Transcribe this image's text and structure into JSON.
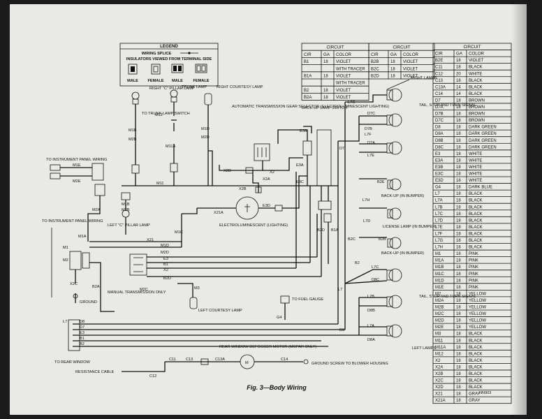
{
  "caption": "Fig. 3—Body Wiring",
  "figure_id": "NN903",
  "legend": {
    "title": "LEGEND",
    "splice_label": "WIRING SPLICE",
    "insulators_label": "INSULATORS VIEWED FROM TERMINAL SIDE",
    "types": [
      "MALE",
      "FEMALE",
      "MALE",
      "FEMALE"
    ]
  },
  "circuit_tables": [
    {
      "title": "CIRCUIT",
      "headers": [
        "CIR",
        "GA",
        "COLOR"
      ],
      "rows": [
        [
          "B1",
          "18",
          "VIOLET"
        ],
        [
          "",
          "",
          "WITH TRACER"
        ],
        [
          "B1A",
          "18",
          "VIOLET"
        ],
        [
          "",
          "",
          "WITH TRACER"
        ],
        [
          "B2",
          "18",
          "VIOLET"
        ],
        [
          "B2A",
          "18",
          "VIOLET"
        ]
      ]
    },
    {
      "title": "CIRCUIT",
      "headers": [
        "CIR",
        "GA",
        "COLOR"
      ],
      "rows": [
        [
          "B2B",
          "18",
          "VIOLET"
        ],
        [
          "B2C",
          "18",
          "VIOLET"
        ],
        [
          "B2D",
          "18",
          "VIOLET"
        ]
      ]
    },
    {
      "title": "CIRCUIT",
      "headers": [
        "CIR",
        "GA",
        "COLOR"
      ],
      "rows": [
        [
          "B2E",
          "18",
          "VIOLET"
        ],
        [
          "C11",
          "18",
          "BLACK"
        ],
        [
          "C12",
          "20",
          "WHITE"
        ],
        [
          "C13",
          "18",
          "BLACK"
        ],
        [
          "C13A",
          "14",
          "BLACK"
        ],
        [
          "C14",
          "14",
          "BLACK"
        ],
        [
          "D7",
          "18",
          "BROWN"
        ],
        [
          "D7A",
          "18",
          "BROWN"
        ],
        [
          "D7B",
          "18",
          "BROWN"
        ],
        [
          "D7C",
          "18",
          "BROWN"
        ],
        [
          "D8",
          "18",
          "DARK GREEN"
        ],
        [
          "D8A",
          "18",
          "DARK GREEN"
        ],
        [
          "D8B",
          "18",
          "DARK GREEN"
        ],
        [
          "D8C",
          "18",
          "DARK GREEN"
        ],
        [
          "E3",
          "18",
          "WHITE"
        ],
        [
          "E3A",
          "18",
          "WHITE"
        ],
        [
          "E3B",
          "18",
          "WHITE"
        ],
        [
          "E3C",
          "18",
          "WHITE"
        ],
        [
          "E3D",
          "18",
          "WHITE"
        ],
        [
          "G4",
          "18",
          "DARK BLUE"
        ],
        [
          "L7",
          "18",
          "BLACK"
        ],
        [
          "L7A",
          "18",
          "BLACK"
        ],
        [
          "L7B",
          "18",
          "BLACK"
        ],
        [
          "L7C",
          "18",
          "BLACK"
        ],
        [
          "L7D",
          "18",
          "BLACK"
        ],
        [
          "L7E",
          "18",
          "BLACK"
        ],
        [
          "L7F",
          "18",
          "BLACK"
        ],
        [
          "L7G",
          "18",
          "BLACK"
        ],
        [
          "L7H",
          "18",
          "BLACK"
        ],
        [
          "M1",
          "18",
          "PINK"
        ],
        [
          "M1A",
          "18",
          "PINK"
        ],
        [
          "M1B",
          "18",
          "PINK"
        ],
        [
          "M1C",
          "18",
          "PINK"
        ],
        [
          "M1D",
          "18",
          "PINK"
        ],
        [
          "M1E",
          "18",
          "PINK"
        ],
        [
          "M2",
          "18",
          "YELLOW"
        ],
        [
          "M2A",
          "18",
          "YELLOW"
        ],
        [
          "M2B",
          "18",
          "YELLOW"
        ],
        [
          "M2C",
          "18",
          "YELLOW"
        ],
        [
          "M2D",
          "18",
          "YELLOW"
        ],
        [
          "M2E",
          "18",
          "YELLOW"
        ],
        [
          "M3",
          "18",
          "BLACK"
        ],
        [
          "M11",
          "18",
          "BLACK"
        ],
        [
          "M11A",
          "18",
          "BLACK"
        ],
        [
          "M12",
          "18",
          "BLACK"
        ],
        [
          "X2",
          "18",
          "BLACK"
        ],
        [
          "X2A",
          "18",
          "BLACK"
        ],
        [
          "X2B",
          "18",
          "BLACK"
        ],
        [
          "X2C",
          "18",
          "BLACK"
        ],
        [
          "X2D",
          "18",
          "BLACK"
        ],
        [
          "X21",
          "18",
          "GRAY"
        ],
        [
          "X21A",
          "18",
          "GRAY"
        ]
      ]
    }
  ],
  "components": {
    "right_c_pillar": "RIGHT \"C\" PILLAR LAMP",
    "trunk_lamp": "TRUNK LAMP",
    "right_courtesy": "RIGHT COURTESY LAMP",
    "trunk_switch": "TO TRUNK LAMP SWITCH",
    "auto_trans": "AUTOMATIC TRANSMISSION GEAR SELECTOR (ELECTROLUMINESCENT LIGHTING)",
    "backup_switch": "BACK-UP LAMP SWITCH",
    "to_instrument_1": "TO INSTRUMENT PANEL WIRING",
    "to_instrument_2": "TO INSTRUMENT PANEL WIRING",
    "electrolum": "ELECTROLUMINESCENT (LIGHTING)",
    "left_c_pillar": "LEFT \"C\" PILLAR LAMP",
    "manual_trans": "MANUAL TRANSMISSION ONLY",
    "left_courtesy": "LEFT COURTESY LAMP",
    "to_fuel": "TO FUEL GAUGE",
    "ground": "GROUND",
    "right_lamps": "RIGHT LAMPS",
    "tail_stop_turn_r": "TAIL, STOP AND TURN SIGNAL",
    "backup_bumper_r": "BACK-UP (IN BUMPER)",
    "license_lamp": "LICENSE LAMP (IN BUMPER)",
    "backup_bumper_l": "BACK-UP (IN BUMPER)",
    "tail_stop_turn_l": "TAIL, STOP AND TURN SIGNAL",
    "left_lamps": "LEFT LAMPS",
    "defogger": "REAR WINDOW DEFOGGER MOTOR (MOPAR ONLY)",
    "ground_screw": "GROUND SCREW TO BLOWER HOUSING",
    "to_rear_window": "TO REAR WINDOW",
    "resistance_cable": "RESISTANCE CABLE"
  },
  "wire_labels": {
    "M1E": "M1E",
    "M2E": "M2E",
    "M11": "M11",
    "M1B_top": "M1B",
    "M2B_top": "M2B",
    "M12": "M12",
    "M11A": "M11A",
    "M1D_top": "M1D",
    "M2D_top": "M2D",
    "X2D": "X2D",
    "X2": "X2",
    "X2A": "X2A",
    "X2B": "X2B",
    "E3B": "E3B",
    "E3A": "E3A",
    "E3C": "E3C",
    "X21A": "X21A",
    "E3D": "E3D",
    "D7": "D7",
    "L7G": "L7G",
    "D7C": "D7C",
    "D7B": "D7B",
    "L7F": "L7F",
    "D7A": "D7A",
    "L7E": "L7E",
    "B2E": "B2E",
    "L7H": "L7H",
    "L7D": "L7D",
    "B2C": "B2C",
    "B2B": "B2B",
    "B2": "B2",
    "L7C": "L7C",
    "D8C": "D8C",
    "L7B": "L7B",
    "D8B": "D8B",
    "L7A": "L7A",
    "D8A": "D8A",
    "D8": "D8",
    "L7": "L7",
    "B1A": "B1A",
    "B2D": "B2D",
    "M2A": "M2A",
    "M1A": "M1A",
    "M1B_mid": "M1B",
    "M2B_mid": "M2B",
    "M1": "M1",
    "M2": "M2",
    "X21": "X21",
    "M1D_mid": "M1D",
    "M2D_mid": "M2D",
    "M1C": "M1C",
    "E3": "E3",
    "B1": "B1",
    "X2_mid": "X2",
    "B2A": "B2A",
    "M2C": "M2C",
    "M3": "M3",
    "X2C": "X2C",
    "G4": "G4",
    "B2_low": "B2",
    "B1_low": "B1",
    "E3_low": "E3",
    "D7_low": "D7",
    "D8_low": "D8",
    "L7_low": "L7",
    "C11": "C11",
    "C12": "C12",
    "C13": "C13",
    "C13A": "C13A",
    "C14": "C14"
  }
}
